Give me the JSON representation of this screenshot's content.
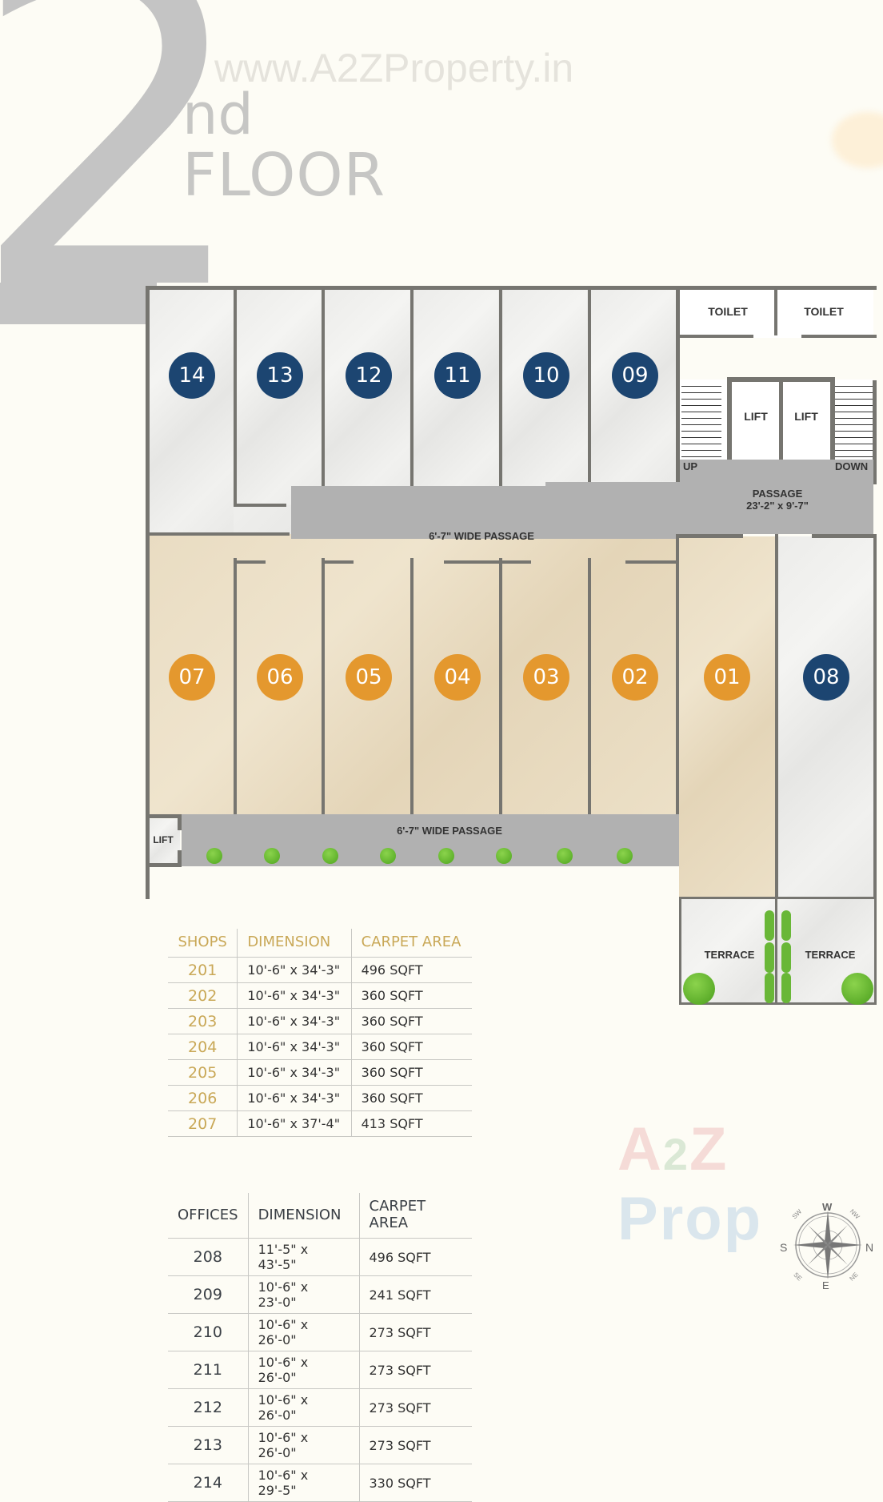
{
  "header": {
    "floor_number": "2",
    "floor_suffix": "nd",
    "floor_word": "FLOOR",
    "watermark_url": "www.A2ZProperty.in"
  },
  "colors": {
    "background": "#fdfcf5",
    "wall": "#767570",
    "passage": "#b1b1b1",
    "office_badge": "#1c4571",
    "shop_badge": "#e4982e",
    "shop_heading": "#c9a857",
    "office_heading": "#3a3f45"
  },
  "plan": {
    "offices": [
      {
        "id": "14"
      },
      {
        "id": "13"
      },
      {
        "id": "12"
      },
      {
        "id": "11"
      },
      {
        "id": "10"
      },
      {
        "id": "09"
      },
      {
        "id": "08"
      }
    ],
    "shops": [
      {
        "id": "07"
      },
      {
        "id": "06"
      },
      {
        "id": "05"
      },
      {
        "id": "04"
      },
      {
        "id": "03"
      },
      {
        "id": "02"
      },
      {
        "id": "01"
      }
    ],
    "labels": {
      "toilet_1": "TOILET",
      "toilet_2": "TOILET",
      "lift_1": "LIFT",
      "lift_2": "LIFT",
      "lift_3": "LIFT",
      "stair_up": "UP",
      "stair_down": "DOWN",
      "passage_title": "PASSAGE",
      "passage_dim": "23'-2\" x 9'-7\"",
      "wide_passage_top": "6'-7\" WIDE PASSAGE",
      "wide_passage_bottom": "6'-7\" WIDE PASSAGE",
      "terrace_1": "TERRACE",
      "terrace_2": "TERRACE"
    }
  },
  "shops_table": {
    "headers": [
      "SHOPS",
      "DIMENSION",
      "CARPET AREA"
    ],
    "rows": [
      {
        "unit": "201",
        "dimension": "10'-6\" x 34'-3\"",
        "area": "496 SQFT"
      },
      {
        "unit": "202",
        "dimension": "10'-6\" x 34'-3\"",
        "area": "360 SQFT"
      },
      {
        "unit": "203",
        "dimension": "10'-6\" x 34'-3\"",
        "area": "360 SQFT"
      },
      {
        "unit": "204",
        "dimension": "10'-6\" x 34'-3\"",
        "area": "360 SQFT"
      },
      {
        "unit": "205",
        "dimension": "10'-6\" x 34'-3\"",
        "area": "360 SQFT"
      },
      {
        "unit": "206",
        "dimension": "10'-6\" x 34'-3\"",
        "area": "360 SQFT"
      },
      {
        "unit": "207",
        "dimension": "10'-6\" x 37'-4\"",
        "area": "413 SQFT"
      }
    ]
  },
  "offices_table": {
    "headers": [
      "OFFICES",
      "DIMENSION",
      "CARPET AREA"
    ],
    "rows": [
      {
        "unit": "208",
        "dimension": "11'-5\" x 43'-5\"",
        "area": "496 SQFT"
      },
      {
        "unit": "209",
        "dimension": "10'-6\" x 23'-0\"",
        "area": "241 SQFT"
      },
      {
        "unit": "210",
        "dimension": "10'-6\" x 26'-0\"",
        "area": "273 SQFT"
      },
      {
        "unit": "211",
        "dimension": "10'-6\" x 26'-0\"",
        "area": "273 SQFT"
      },
      {
        "unit": "212",
        "dimension": "10'-6\" x 26'-0\"",
        "area": "273 SQFT"
      },
      {
        "unit": "213",
        "dimension": "10'-6\" x 26'-0\"",
        "area": "273 SQFT"
      },
      {
        "unit": "214",
        "dimension": "10'-6\" x 29'-5\"",
        "area": "330 SQFT"
      }
    ]
  },
  "watermark_logo": {
    "part1": "A",
    "part2": "2",
    "part3": "Z",
    "part4": " Prop"
  },
  "compass": {
    "n": "N",
    "s": "S",
    "e": "E",
    "w": "W",
    "ne": "NE",
    "nw": "NW",
    "se": "SE",
    "sw": "SW"
  }
}
